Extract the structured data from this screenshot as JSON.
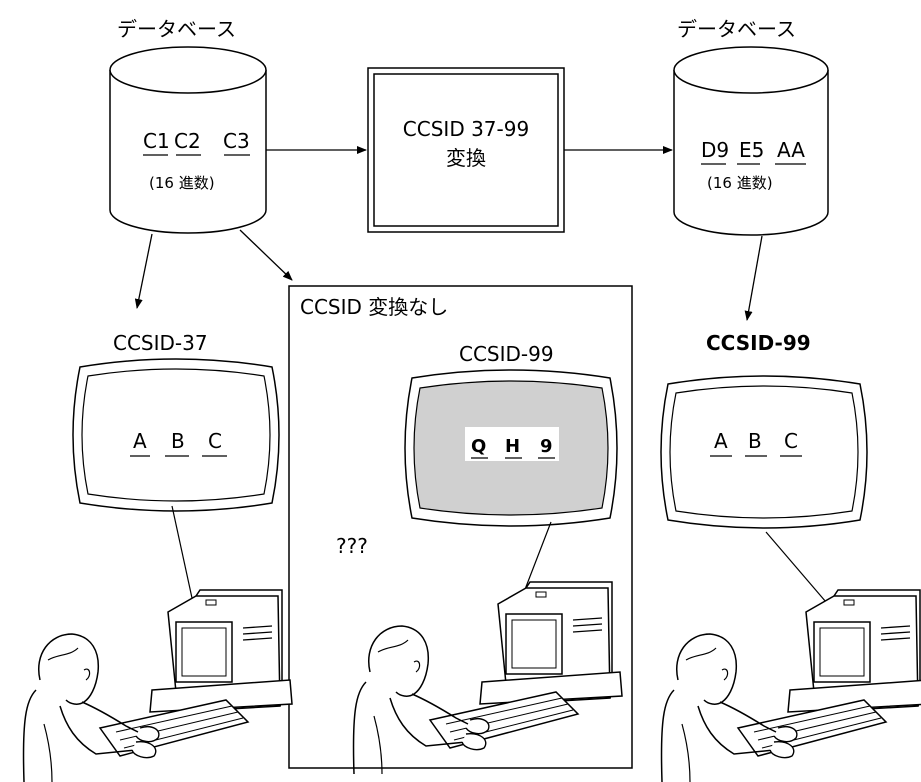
{
  "db_left": {
    "title": "データベース",
    "codes": [
      "C1",
      "C2",
      "C3"
    ],
    "note": "(16  進数)"
  },
  "converter": {
    "line1": "CCSID  37-99",
    "line2": "変換"
  },
  "db_right": {
    "title": "データベース",
    "codes": [
      "D9",
      "E5",
      "AA"
    ],
    "note": "(16  進数)"
  },
  "no_conversion": {
    "title": "CCSID  変換なし",
    "terminal_label": "CCSID-99",
    "chars": [
      "Q",
      "H",
      "9"
    ],
    "question": "???"
  },
  "terminal_left": {
    "label": "CCSID-37",
    "chars": [
      "A",
      "B",
      "C"
    ]
  },
  "terminal_right": {
    "label": "CCSID-99",
    "chars": [
      "A",
      "B",
      "C"
    ]
  },
  "colors": {
    "line": "#000000",
    "screen_gray": "#d0d0d0",
    "background": "#ffffff"
  }
}
